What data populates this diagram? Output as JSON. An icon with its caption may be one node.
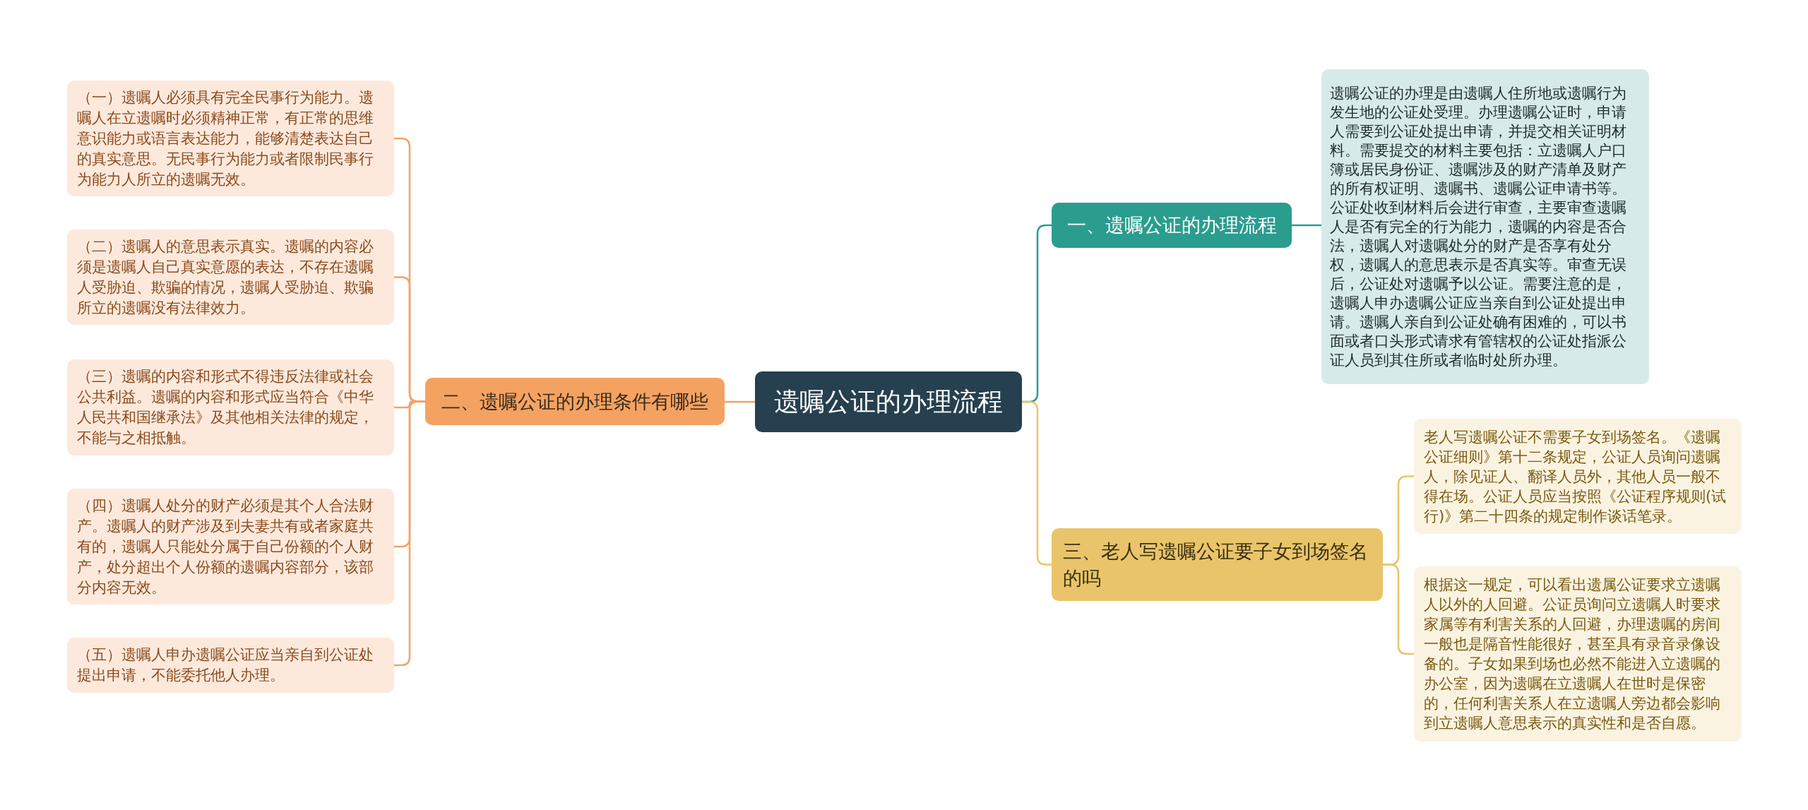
{
  "diagram": {
    "nodes": [
      {
        "text": [
          "遗嘱公证的办理流程"
        ]
      },
      {
        "text": [
          "一、遗嘱公证的办理流程"
        ]
      },
      {
        "text": [
          "遗嘱公证的办理是由遗嘱人住所地或遗嘱行为发生地的公证处受理。办理遗嘱公证时，申请人需要到公证处提出申请，并提交相关证明材料。需要提交的材料主要包括：立遗嘱人户口簿或居民身份证、遗嘱涉及的财产清单及财产的所有权证明、遗嘱书、遗嘱公证申请书等。公证处收到材料后会进行审查，主要审查遗嘱人是否有完全的行为能力，遗嘱的内容是否合法，遗嘱人对遗嘱处分的财产是否享有处分权，遗嘱人的意思表示是否真实等。审查无误后，公证处对遗嘱予以公证。需要注意的是，遗嘱人申办遗嘱公证应当亲自到公证处提出申请。遗嘱人亲自到公证处确有困难的，可以书面或者口头形式请求有管辖权的公证处指派公证人员到其住所或者临时处所办理。"
        ]
      },
      {
        "text": [
          "二、遗嘱公证的办理条件有哪些"
        ]
      },
      {
        "text": [
          "（一）遗嘱人必须具有完全民事行为能力。遗嘱人在立遗嘱时必须精神正常，有正常的思维意识能力或语言表达能力，能够清楚表达自己的真实意思。无民事行为能力或者限制民事行为能力人所立的遗嘱无效。"
        ]
      },
      {
        "text": [
          "（二）遗嘱人的意思表示真实。遗嘱的内容必须是遗嘱人自己真实意愿的表达，不存在遗嘱人受胁迫、欺骗的情况，遗嘱人受胁迫、欺骗所立的遗嘱没有法律效力。"
        ]
      },
      {
        "text": [
          "（三）遗嘱的内容和形式不得违反法律或社会公共利益。遗嘱的内容和形式应当符合《中华人民共和国继承法》及其他相关法律的规定，不能与之相抵触。"
        ]
      },
      {
        "text": [
          "（四）遗嘱人处分的财产必须是其个人合法财产。遗嘱人的财产涉及到夫妻共有或者家庭共有的，遗嘱人只能处分属于自己份额的个人财产，处分超出个人份额的遗嘱内容部分，该部分内容无效。"
        ]
      },
      {
        "text": [
          "（五）遗嘱人申办遗嘱公证应当亲自到公证处提出申请，不能委托他人办理。"
        ]
      },
      {
        "text": [
          "三、老人写遗嘱公证要子女到场签名的吗"
        ]
      },
      {
        "text": [
          "老人写遗嘱公证不需要子女到场签名。《遗嘱公证细则》第十二条规定，公证人员询问遗嘱人，除见证人、翻译人员外，其他人员一般不得在场。公证人员应当按照《公证程序规则(试行)》第二十四条的规定制作谈话笔录。"
        ]
      },
      {
        "text": [
          "根据这一规定，可以看出遗属公证要求立遗嘱人以外的人回避。公证员询问立遗嘱人时要求家属等有利害关系的人回避，办理遗嘱的房间一般也是隔音性能很好，甚至具有录音录像设备的。子女如果到场也必然不能进入立遗嘱的办公室，因为遗嘱在立遗嘱人在世时是保密的，任何利害关系人在立遗嘱人旁边都会影响到立遗嘱人意思表示的真实性和是否自愿。"
        ]
      }
    ],
    "edges": [
      {
        "from": 0,
        "to": 1,
        "arrow": "none",
        "color": "#2a9d8f"
      },
      {
        "from": 1,
        "to": 2,
        "arrow": "none",
        "color": "#2a9d8f"
      },
      {
        "from": 0,
        "to": 3,
        "arrow": "none"
      },
      {
        "from": 3,
        "to": 4,
        "arrow": "none"
      },
      {
        "from": 3,
        "to": 5,
        "arrow": "none"
      },
      {
        "from": 3,
        "to": 6,
        "arrow": "none"
      },
      {
        "from": 3,
        "to": 7,
        "arrow": "none"
      },
      {
        "from": 3,
        "to": 8,
        "arrow": "none"
      },
      {
        "from": 0,
        "to": 9,
        "arrow": "none",
        "color": "#e9c46a"
      },
      {
        "from": 9,
        "to": 10,
        "arrow": "none",
        "color": "#e9c46a"
      },
      {
        "from": 9,
        "to": 11,
        "arrow": "none",
        "color": "#e9c46a"
      }
    ]
  }
}
